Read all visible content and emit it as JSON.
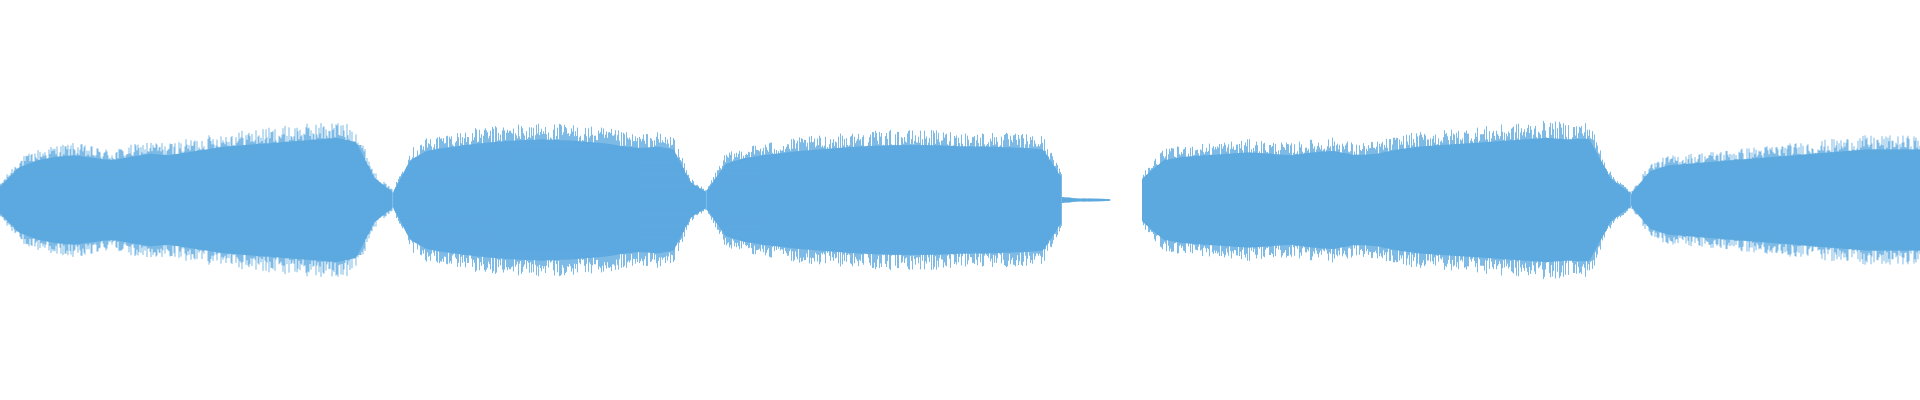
{
  "waveform": {
    "color": "#5da9e0",
    "background": "#ffffff",
    "peak_scale": 1.0,
    "segments": [
      {
        "name": "region-1",
        "start": 0.0,
        "end": 0.205,
        "envelope": [
          0.18,
          0.45,
          0.55,
          0.6,
          0.62,
          0.58,
          0.55,
          0.6,
          0.64,
          0.62,
          0.66,
          0.7,
          0.74,
          0.76,
          0.78,
          0.8,
          0.82,
          0.84,
          0.86,
          0.8,
          0.3,
          0.1
        ]
      },
      {
        "name": "region-2",
        "start": 0.205,
        "end": 0.368,
        "envelope": [
          0.12,
          0.55,
          0.68,
          0.72,
          0.75,
          0.78,
          0.8,
          0.82,
          0.83,
          0.84,
          0.83,
          0.82,
          0.8,
          0.78,
          0.74,
          0.72,
          0.74,
          0.7,
          0.25,
          0.1
        ]
      },
      {
        "name": "region-3",
        "start": 0.368,
        "end": 0.553,
        "envelope": [
          0.12,
          0.5,
          0.58,
          0.62,
          0.65,
          0.68,
          0.7,
          0.72,
          0.74,
          0.75,
          0.76,
          0.76,
          0.76,
          0.75,
          0.74,
          0.74,
          0.73,
          0.72,
          0.7,
          0.3
        ]
      },
      {
        "name": "silence-tail",
        "start": 0.553,
        "end": 0.578,
        "envelope": [
          0.04,
          0.02,
          0.02,
          0.01
        ]
      },
      {
        "name": "region-4",
        "start": 0.595,
        "end": 0.85,
        "envelope": [
          0.3,
          0.55,
          0.6,
          0.62,
          0.64,
          0.66,
          0.64,
          0.62,
          0.66,
          0.68,
          0.62,
          0.64,
          0.7,
          0.74,
          0.76,
          0.78,
          0.8,
          0.82,
          0.84,
          0.86,
          0.84,
          0.85,
          0.3,
          0.08
        ]
      },
      {
        "name": "region-5",
        "start": 0.85,
        "end": 1.0,
        "envelope": [
          0.1,
          0.4,
          0.48,
          0.5,
          0.52,
          0.54,
          0.56,
          0.58,
          0.6,
          0.62,
          0.64,
          0.66,
          0.68,
          0.7,
          0.7,
          0.7,
          0.7
        ]
      }
    ]
  }
}
